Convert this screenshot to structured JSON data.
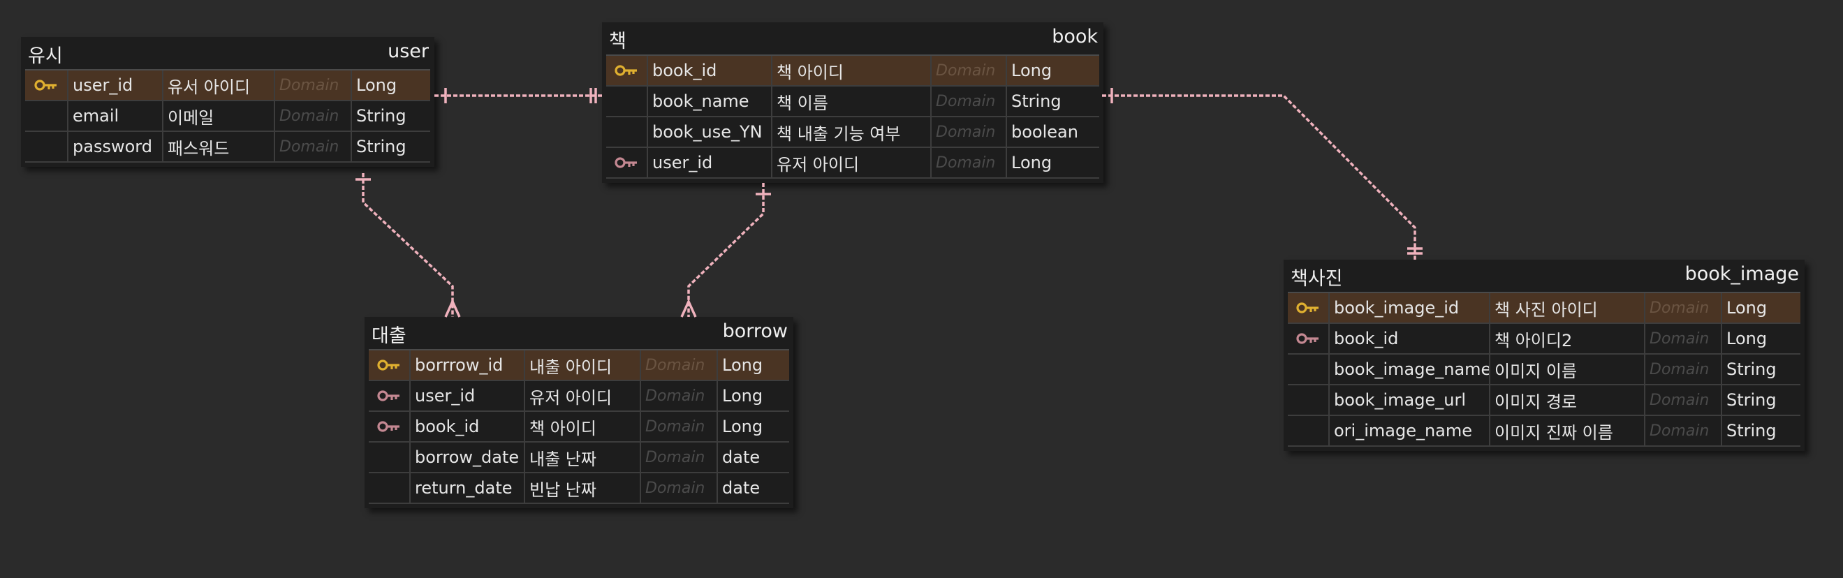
{
  "colors": {
    "background": "#2b2b2b",
    "entity_body": "#1d1d1d",
    "pk_row": "#4a3423",
    "pk_key_icon": "#e0b030",
    "fk_key_icon": "#c48892",
    "relation_line": "#f0b2bd",
    "domain_text": "#4b4b4b"
  },
  "entities": [
    {
      "id": "user",
      "logical_name": "유시",
      "physical_name": "user",
      "columns": [
        {
          "key": "pk",
          "physical": "user_id",
          "logical": "유서 아이디",
          "domain": "Domain",
          "type": "Long"
        },
        {
          "key": "",
          "physical": "email",
          "logical": "이메일",
          "domain": "Domain",
          "type": "String"
        },
        {
          "key": "",
          "physical": "password",
          "logical": "패스워드",
          "domain": "Domain",
          "type": "String"
        }
      ]
    },
    {
      "id": "book",
      "logical_name": "책",
      "physical_name": "book",
      "columns": [
        {
          "key": "pk",
          "physical": "book_id",
          "logical": "책 아이디",
          "domain": "Domain",
          "type": "Long"
        },
        {
          "key": "",
          "physical": "book_name",
          "logical": "책 이름",
          "domain": "Domain",
          "type": "String"
        },
        {
          "key": "",
          "physical": "book_use_YN",
          "logical": "책 내출 기능 여부",
          "domain": "Domain",
          "type": "boolean"
        },
        {
          "key": "fk",
          "physical": "user_id",
          "logical": "유저 아이디",
          "domain": "Domain",
          "type": "Long"
        }
      ]
    },
    {
      "id": "borrow",
      "logical_name": "대출",
      "physical_name": "borrow",
      "columns": [
        {
          "key": "pk",
          "physical": "borrrow_id",
          "logical": "내출 아이디",
          "domain": "Domain",
          "type": "Long"
        },
        {
          "key": "fk",
          "physical": "user_id",
          "logical": "유저 아이디",
          "domain": "Domain",
          "type": "Long"
        },
        {
          "key": "fk",
          "physical": "book_id",
          "logical": "책 아이디",
          "domain": "Domain",
          "type": "Long"
        },
        {
          "key": "",
          "physical": "borrow_date",
          "logical": "내출 난짜",
          "domain": "Domain",
          "type": "date"
        },
        {
          "key": "",
          "physical": "return_date",
          "logical": "빈납 난짜",
          "domain": "Domain",
          "type": "date"
        }
      ]
    },
    {
      "id": "book_image",
      "logical_name": "책사진",
      "physical_name": "book_image",
      "columns": [
        {
          "key": "pk",
          "physical": "book_image_id",
          "logical": "책 사진 아이디",
          "domain": "Domain",
          "type": "Long"
        },
        {
          "key": "fk",
          "physical": "book_id",
          "logical": "책 아이디2",
          "domain": "Domain",
          "type": "Long"
        },
        {
          "key": "",
          "physical": "book_image_name",
          "logical": "이미지 이름",
          "domain": "Domain",
          "type": "String"
        },
        {
          "key": "",
          "physical": "book_image_url",
          "logical": "이미지 경로",
          "domain": "Domain",
          "type": "String"
        },
        {
          "key": "",
          "physical": "ori_image_name",
          "logical": "이미지 진짜 이름",
          "domain": "Domain",
          "type": "String"
        }
      ]
    }
  ],
  "relations": [
    {
      "id": "user-book",
      "from": "user",
      "to": "book"
    },
    {
      "id": "user-borrow",
      "from": "user",
      "to": "borrow"
    },
    {
      "id": "book-borrow",
      "from": "book",
      "to": "borrow"
    },
    {
      "id": "book-book_image",
      "from": "book",
      "to": "book_image"
    }
  ]
}
